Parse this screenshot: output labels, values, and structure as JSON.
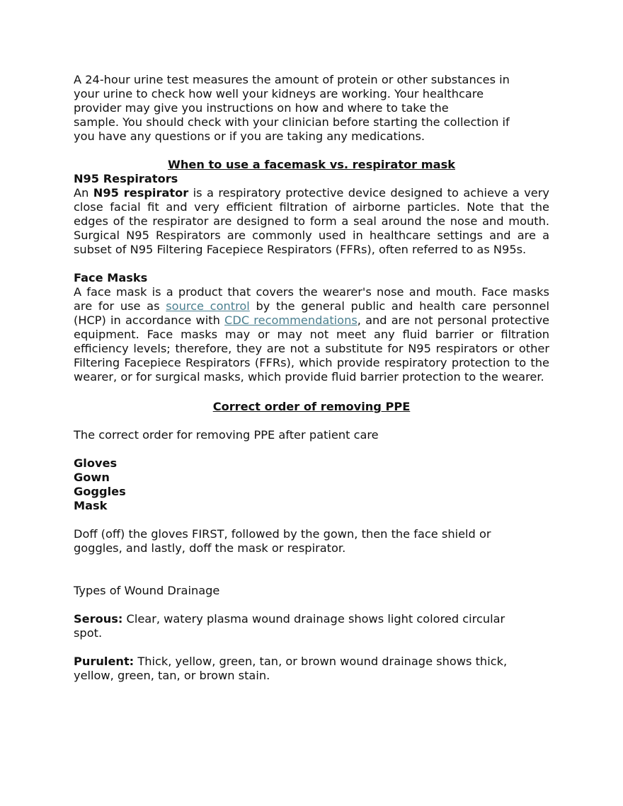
{
  "intro": {
    "lines": [
      "A 24-hour urine test measures the amount of protein or other substances in",
      "your urine to check how well your kidneys are working. Your healthcare",
      "provider may give you instructions on how and where to take the",
      "sample. You should check with your clinician before starting the collection if",
      "you have any questions or if you are taking any medications."
    ]
  },
  "mask_section": {
    "heading": "When to use a facemask vs. respirator mask",
    "n95": {
      "title": "N95 Respirators",
      "text_pre": "An ",
      "bold": "N95 respirator",
      "text_post": " is a respiratory protective device designed to achieve a very close facial fit and very efficient filtration of airborne particles. Note that the edges of the respirator are designed to form a seal around the nose and mouth. Surgical N95 Respirators are commonly used in healthcare settings and are a subset of N95 Filtering Facepiece Respirators (FFRs), often referred to as N95s."
    },
    "face_masks": {
      "title": "Face Masks",
      "text_1": "A face mask is a product that covers the wearer's nose and mouth. Face masks are for use as ",
      "link_1": "source control",
      "text_2": " by the general public and health care personnel (HCP) in accordance with ",
      "link_2": "CDC recommendations",
      "text_3": ", and are not personal protective equipment. Face masks may or may not meet any fluid barrier or filtration efficiency levels; therefore, they are not a substitute for N95 respirators or other Filtering Facepiece Respirators (FFRs), which provide respiratory protection to the wearer, or for surgical masks, which provide fluid barrier protection to the wearer."
    }
  },
  "ppe_section": {
    "heading": "Correct order of removing PPE",
    "intro": "The correct order for removing PPE after patient care",
    "items": [
      "Gloves",
      "Gown",
      "Goggles",
      "Mask"
    ],
    "note_lines": [
      "Doff (off) the gloves FIRST, followed by the gown, then the face shield or",
      "goggles, and lastly, doff the mask or respirator."
    ]
  },
  "drainage_section": {
    "heading": "Types of Wound Drainage",
    "serous": {
      "label": "Serous:",
      "lines": [
        " Clear, watery plasma wound drainage shows light colored circular",
        "spot."
      ]
    },
    "purulent": {
      "label": "Purulent:",
      "lines": [
        " Thick, yellow, green, tan, or brown wound drainage shows thick,",
        "yellow, green, tan, or brown stain."
      ]
    }
  },
  "colors": {
    "link": "#4a7f8f",
    "text": "#111111"
  }
}
